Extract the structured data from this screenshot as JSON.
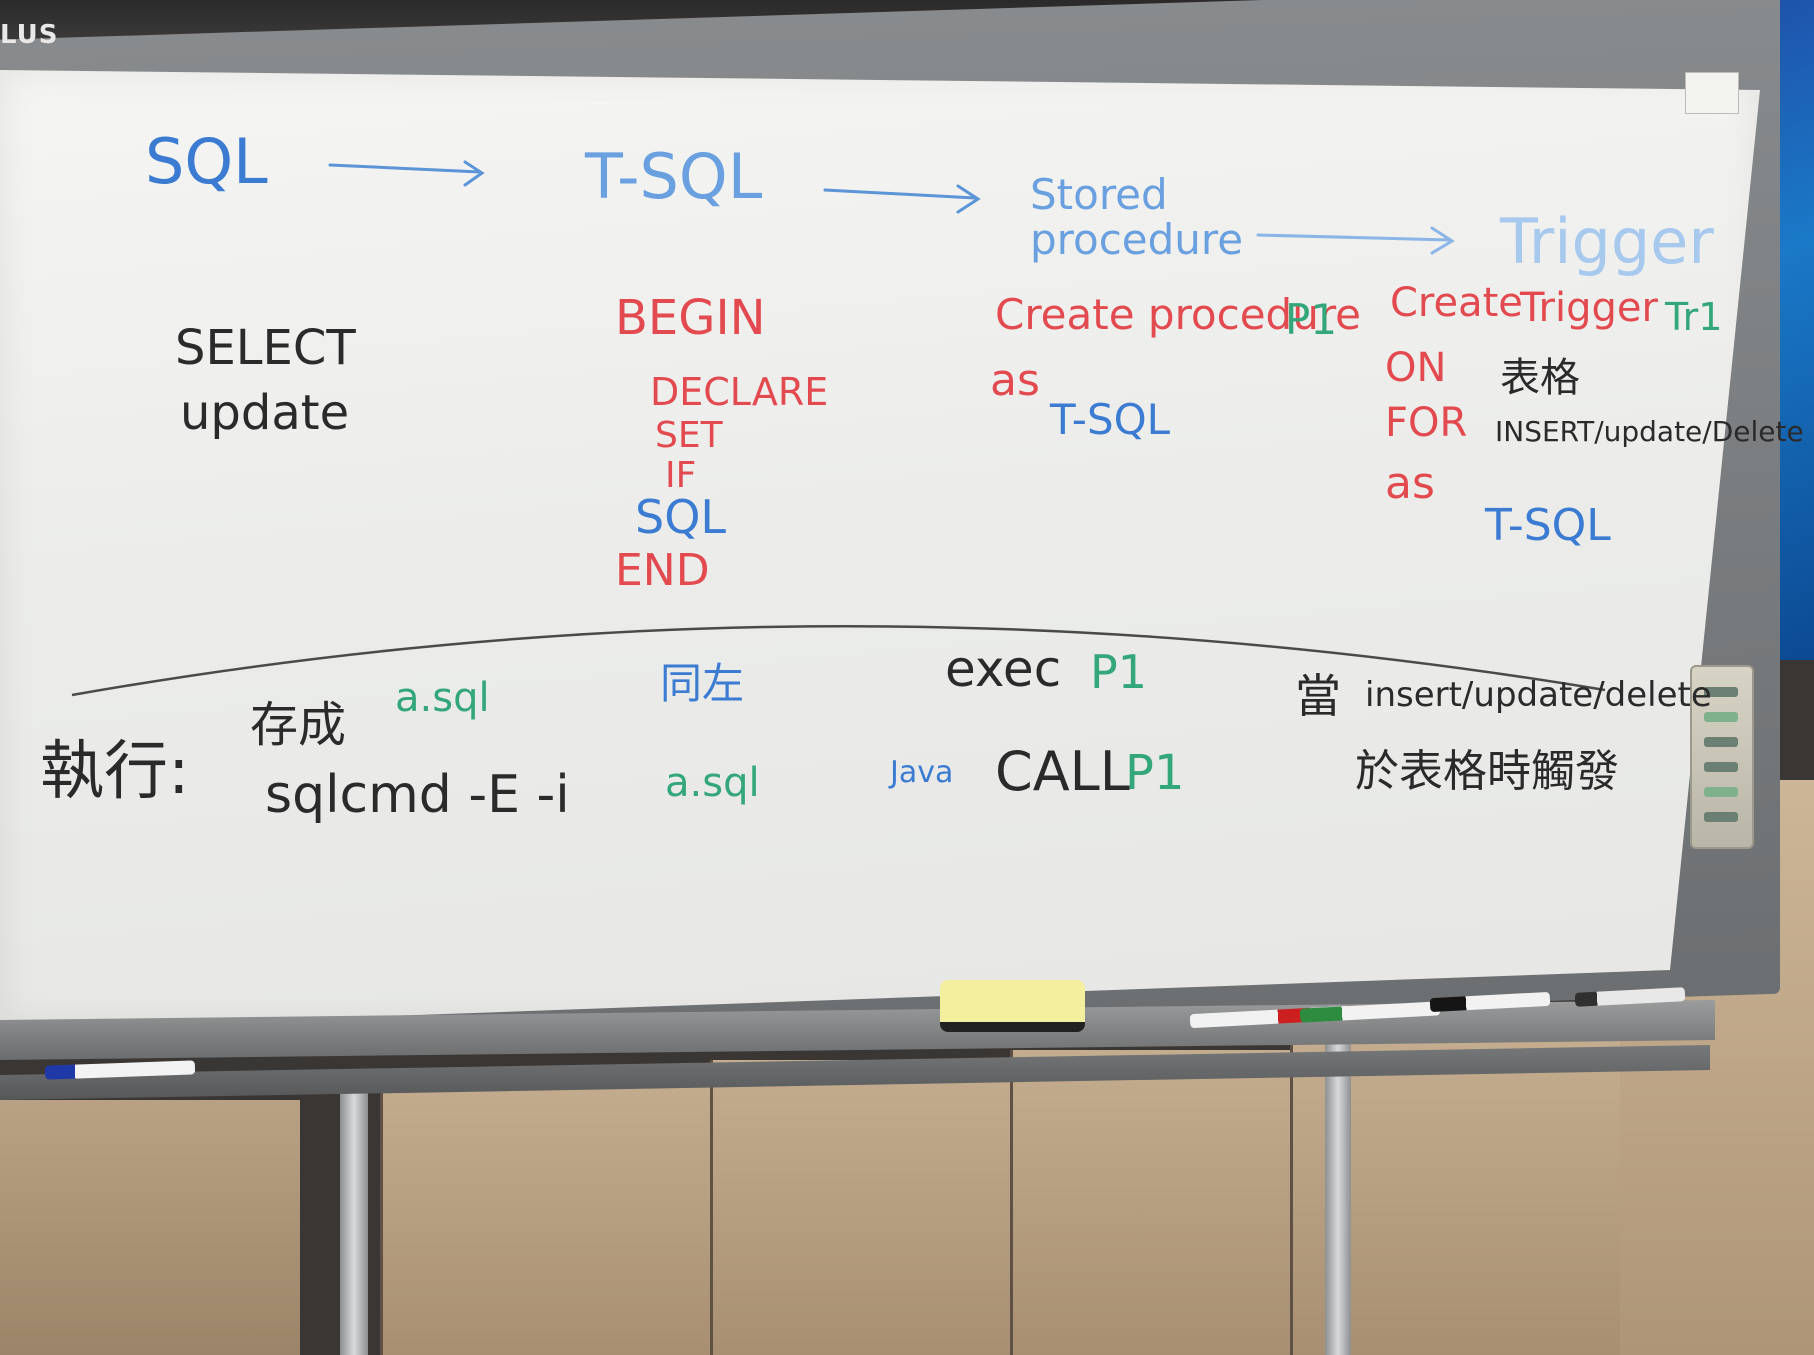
{
  "brand": "LUS",
  "board": {
    "header": {
      "sql": "SQL",
      "tsql": "T-SQL",
      "stored_line1": "Stored",
      "stored_line2": "procedure",
      "trigger": "Trigger"
    },
    "col_sql": [
      "SELECT",
      "update"
    ],
    "col_tsql": {
      "begin": "BEGIN",
      "declare": "DECLARE",
      "set": "SET",
      "if": "IF",
      "sql": "SQL",
      "end": "END"
    },
    "col_proc": {
      "create": "Create procedure",
      "name": "P1",
      "as": "as",
      "body": "T-SQL"
    },
    "col_trigger": {
      "create": "Create",
      "trigger_kw": "Trigger",
      "name": "Tr1",
      "on": "ON",
      "table": "表格",
      "for": "FOR",
      "events": "INSERT/update/Delete",
      "as": "as",
      "body": "T-SQL"
    },
    "bottom": {
      "execute_label": "執行:",
      "save_as": "存成",
      "file1": "a.sql",
      "cmd": "sqlcmd -E -i",
      "file2": "a.sql",
      "same_as_left": "同左",
      "exec_kw": "exec",
      "exec_name": "P1",
      "java": "Java",
      "call_kw": "CALL",
      "call_name": "P1",
      "when": "當",
      "events": "insert/update/delete",
      "line2": "於表格時觸發"
    }
  },
  "colors": {
    "blue_marker": "#3b7bd2",
    "red_marker": "#e24a4f",
    "black_marker": "#2a2a2a",
    "green_marker": "#33a67a"
  }
}
